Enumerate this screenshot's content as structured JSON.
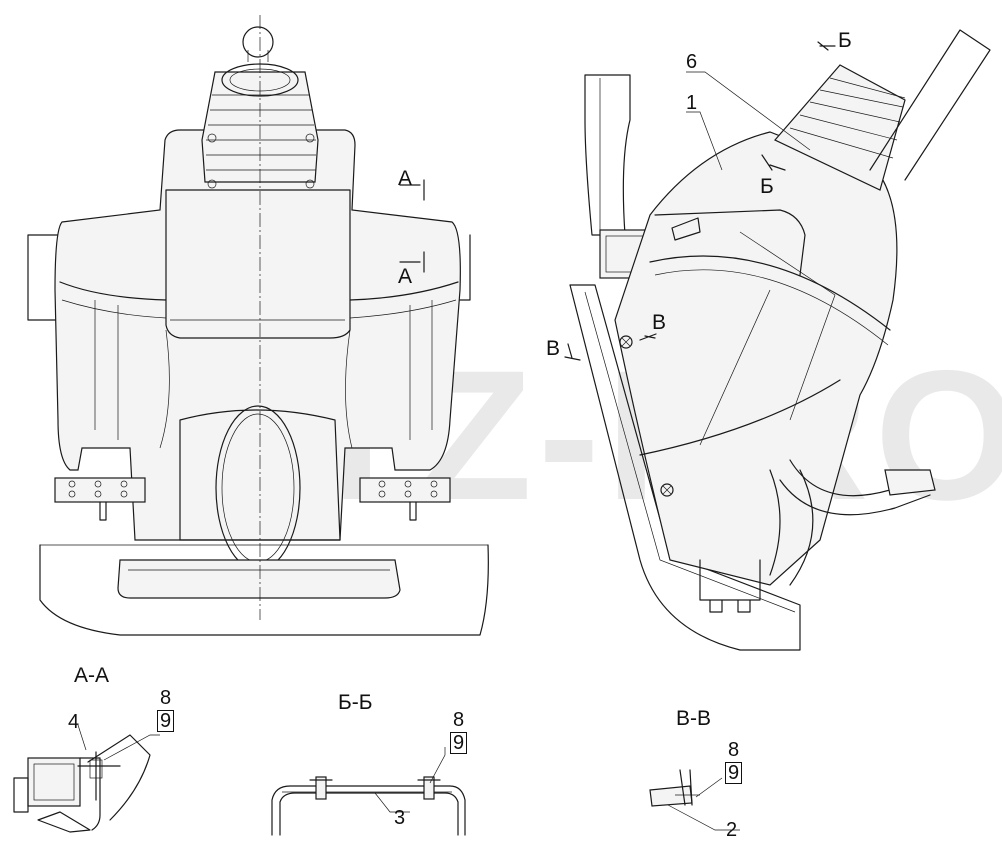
{
  "watermark": "MTZ-PRO",
  "main_view": {
    "section_a_label": "А",
    "section_a_label_2": "А"
  },
  "side_view": {
    "callout_1": "1",
    "callout_6": "6",
    "section_b_label": "Б",
    "section_b_label_2": "Б",
    "section_v_label": "В",
    "section_v_label_2": "В"
  },
  "section_aa": {
    "title": "А-А",
    "callout_4": "4",
    "callout_8": "8",
    "callout_9": "9"
  },
  "section_bb": {
    "title": "Б-Б",
    "callout_3": "3",
    "callout_8": "8",
    "callout_9": "9"
  },
  "section_vv": {
    "title": "В-В",
    "callout_2": "2",
    "callout_8": "8",
    "callout_9": "9"
  }
}
